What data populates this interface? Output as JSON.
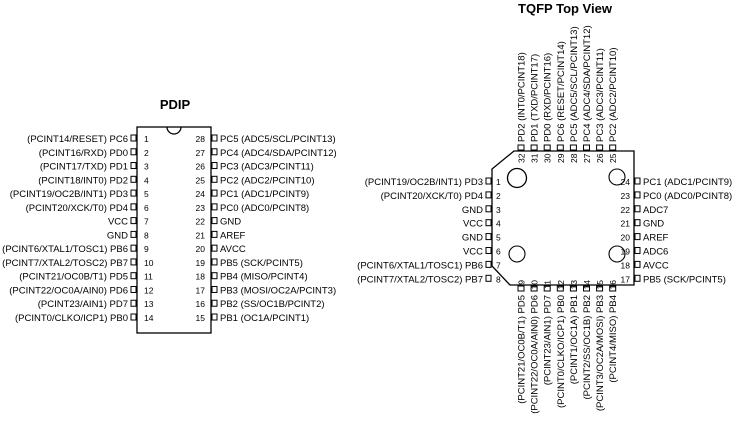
{
  "pdip": {
    "title": "PDIP",
    "left_pins": [
      {
        "num": "1",
        "label": "(PCINT14/RESET) PC6"
      },
      {
        "num": "2",
        "label": "(PCINT16/RXD) PD0"
      },
      {
        "num": "3",
        "label": "(PCINT17/TXD) PD1"
      },
      {
        "num": "4",
        "label": "(PCINT18/INT0) PD2"
      },
      {
        "num": "5",
        "label": "(PCINT19/OC2B/INT1) PD3"
      },
      {
        "num": "6",
        "label": "(PCINT20/XCK/T0) PD4"
      },
      {
        "num": "7",
        "label": "VCC"
      },
      {
        "num": "8",
        "label": "GND"
      },
      {
        "num": "9",
        "label": "(PCINT6/XTAL1/TOSC1) PB6"
      },
      {
        "num": "10",
        "label": "(PCINT7/XTAL2/TOSC2) PB7"
      },
      {
        "num": "11",
        "label": "(PCINT21/OC0B/T1) PD5"
      },
      {
        "num": "12",
        "label": "(PCINT22/OC0A/AIN0) PD6"
      },
      {
        "num": "13",
        "label": "(PCINT23/AIN1) PD7"
      },
      {
        "num": "14",
        "label": "(PCINT0/CLKO/ICP1) PB0"
      }
    ],
    "right_pins": [
      {
        "num": "28",
        "label": "PC5 (ADC5/SCL/PCINT13)"
      },
      {
        "num": "27",
        "label": "PC4 (ADC4/SDA/PCINT12)"
      },
      {
        "num": "26",
        "label": "PC3 (ADC3/PCINT11)"
      },
      {
        "num": "25",
        "label": "PC2 (ADC2/PCINT10)"
      },
      {
        "num": "24",
        "label": "PC1 (ADC1/PCINT9)"
      },
      {
        "num": "23",
        "label": "PC0 (ADC0/PCINT8)"
      },
      {
        "num": "22",
        "label": "GND"
      },
      {
        "num": "21",
        "label": "AREF"
      },
      {
        "num": "20",
        "label": "AVCC"
      },
      {
        "num": "19",
        "label": "PB5 (SCK/PCINT5)"
      },
      {
        "num": "18",
        "label": "PB4 (MISO/PCINT4)"
      },
      {
        "num": "17",
        "label": "PB3 (MOSI/OC2A/PCINT3)"
      },
      {
        "num": "16",
        "label": "PB2 (SS/OC1B/PCINT2)"
      },
      {
        "num": "15",
        "label": "PB1 (OC1A/PCINT1)"
      }
    ]
  },
  "tqfp": {
    "title": "TQFP Top View",
    "top_pins": [
      {
        "num": "32",
        "label": "PD2 (INT0/PCINT18)"
      },
      {
        "num": "31",
        "label": "PD1 (TXD/PCINT17)"
      },
      {
        "num": "30",
        "label": "PD0 (RXD/PCINT16)"
      },
      {
        "num": "29",
        "label": "PC6 (RESET/PCINT14)"
      },
      {
        "num": "28",
        "label": "PC5 (ADC5/SCL/PCINT13)"
      },
      {
        "num": "27",
        "label": "PC4 (ADC4/SDA/PCINT12)"
      },
      {
        "num": "26",
        "label": "PC3 (ADC3/PCINT11)"
      },
      {
        "num": "25",
        "label": "PC2 (ADC2/PCINT10)"
      }
    ],
    "left_pins": [
      {
        "num": "1",
        "label": "(PCINT19/OC2B/INT1) PD3"
      },
      {
        "num": "2",
        "label": "(PCINT20/XCK/T0) PD4"
      },
      {
        "num": "3",
        "label": "GND"
      },
      {
        "num": "4",
        "label": "VCC"
      },
      {
        "num": "5",
        "label": "GND"
      },
      {
        "num": "6",
        "label": "VCC"
      },
      {
        "num": "7",
        "label": "(PCINT6/XTAL1/TOSC1) PB6"
      },
      {
        "num": "8",
        "label": "(PCINT7/XTAL2/TOSC2) PB7"
      }
    ],
    "right_pins": [
      {
        "num": "24",
        "label": "PC1 (ADC1/PCINT9)"
      },
      {
        "num": "23",
        "label": "PC0 (ADC0/PCINT8)"
      },
      {
        "num": "22",
        "label": "ADC7"
      },
      {
        "num": "21",
        "label": "GND"
      },
      {
        "num": "20",
        "label": "AREF"
      },
      {
        "num": "19",
        "label": "ADC6"
      },
      {
        "num": "18",
        "label": "AVCC"
      },
      {
        "num": "17",
        "label": "PB5 (SCK/PCINT5)"
      }
    ],
    "bottom_pins": [
      {
        "num": "9",
        "label": "(PCINT21/OC0B/T1) PD5"
      },
      {
        "num": "10",
        "label": "(PCINT22/OC0A/AIN0) PD6"
      },
      {
        "num": "11",
        "label": "(PCINT23/AIN1) PD7"
      },
      {
        "num": "12",
        "label": "(PCINT0/CLKO/ICP1) PB0"
      },
      {
        "num": "13",
        "label": "(PCINT1/OC1A) PB1"
      },
      {
        "num": "14",
        "label": "(PCINT2/SS/OC1B) PB2"
      },
      {
        "num": "15",
        "label": "(PCINT3/OC2A/MOSI) PB3"
      },
      {
        "num": "16",
        "label": "(PCINT4/MISO) PB4"
      }
    ]
  }
}
